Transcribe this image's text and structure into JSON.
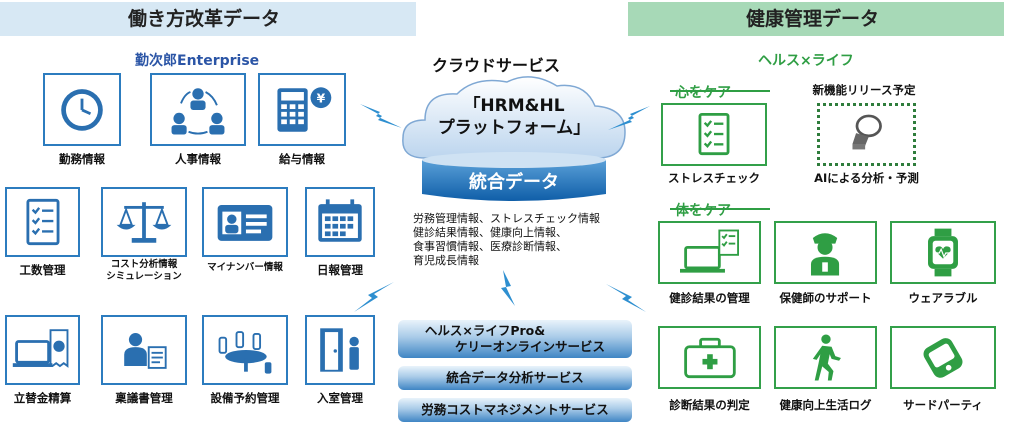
{
  "left_header": "働き方改革データ",
  "right_header": "健康管理データ",
  "left_product": "勤次郎Enterprise",
  "right_product": "ヘルス×ライフ",
  "cloud": {
    "title": "クラウドサービス",
    "platform_line1": "「HRM&HL",
    "platform_line2": "プラットフォーム」",
    "integrated": "統合データ",
    "info_lines": [
      "労務管理情報、ストレスチェック情報",
      "健診結果情報、健康向上情報、",
      "食事習慣情報、医療診断情報、",
      "育児成長情報"
    ]
  },
  "work_modules": [
    {
      "label": "勤務情報",
      "icon": "clock-icon"
    },
    {
      "label": "人事情報",
      "icon": "people-cycle-icon"
    },
    {
      "label": "給与情報",
      "icon": "calculator-yen-icon"
    },
    {
      "label": "工数管理",
      "icon": "checklist-icon"
    },
    {
      "label": "コスト分析情報",
      "label2": "シミュレーション",
      "icon": "balance-scale-icon"
    },
    {
      "label": "マイナンバー情報",
      "icon": "id-card-icon"
    },
    {
      "label": "日報管理",
      "icon": "calendar-icon"
    },
    {
      "label": "立替金精算",
      "icon": "laptop-receipt-icon"
    },
    {
      "label": "稟議書管理",
      "icon": "person-document-icon"
    },
    {
      "label": "設備予約管理",
      "icon": "meeting-room-icon"
    },
    {
      "label": "入室管理",
      "icon": "door-person-icon"
    }
  ],
  "mind_care": {
    "title": "心をケア",
    "items": [
      {
        "label": "ストレスチェック",
        "icon": "checklist-icon"
      },
      {
        "label": "AIによる分析・予測",
        "badge": "新機能リリース予定",
        "icon": "ai-brain-icon"
      }
    ]
  },
  "body_care": {
    "title": "体をケア",
    "items": [
      {
        "label": "健診結果の管理",
        "icon": "laptop-checklist-icon"
      },
      {
        "label": "保健師のサポート",
        "icon": "nurse-icon"
      },
      {
        "label": "ウェアラブル",
        "icon": "smartwatch-icon"
      },
      {
        "label": "診断結果の判定",
        "icon": "medical-bag-icon"
      },
      {
        "label": "健康向上生活ログ",
        "icon": "walking-person-icon"
      },
      {
        "label": "サードパーティ",
        "icon": "pedometer-icon"
      }
    ]
  },
  "services": [
    {
      "line1": "ヘルス×ライフPro&",
      "line2": "ケリーオンラインサービス"
    },
    {
      "line1": "統合データ分析サービス"
    },
    {
      "line1": "労務コストマネジメントサービス"
    }
  ],
  "colors": {
    "work_border": "#2c7cbf",
    "health_border": "#33a04a",
    "icon_blue": "#2a6fb0",
    "icon_green": "#2f9e44",
    "lightning": "#2e8fd0"
  }
}
